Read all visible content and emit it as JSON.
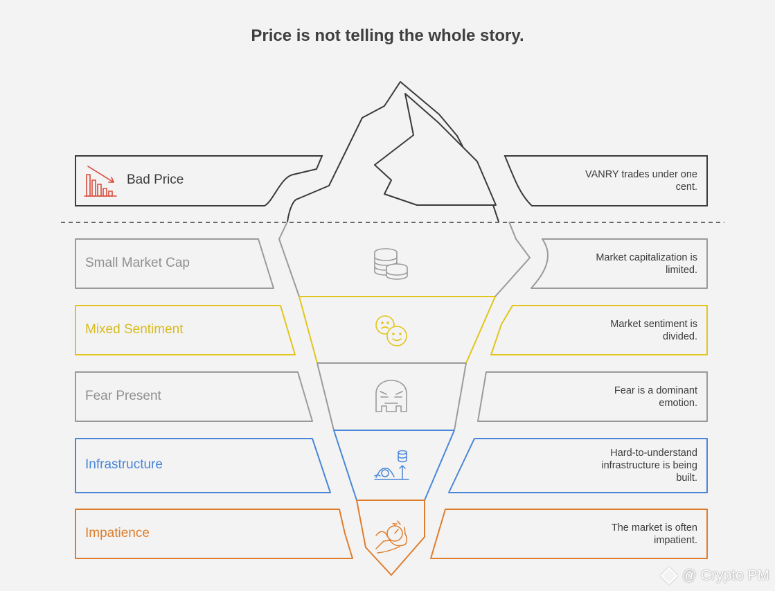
{
  "title": "Price is not telling the whole story.",
  "colors": {
    "background": "#f3f3f3",
    "dark": "#3a3a3a",
    "gray": "#9a9a9a",
    "yellow": "#e2c51a",
    "blue": "#4a86d8",
    "orange": "#df7d2c",
    "red": "#d94a3a"
  },
  "tip": {
    "label": "Bad Price",
    "description_lines": [
      "VANRY trades under one",
      "cent."
    ],
    "icon": "price-down-chart-icon"
  },
  "layers": [
    {
      "label": "Small Market Cap",
      "description_lines": [
        "Market capitalization is",
        "limited."
      ],
      "icon": "coin-stack-icon",
      "color": "#9a9a9a"
    },
    {
      "label": "Mixed Sentiment",
      "description_lines": [
        "Market sentiment is",
        "divided."
      ],
      "icon": "mixed-faces-icon",
      "color": "#e2c51a"
    },
    {
      "label": "Fear Present",
      "description_lines": [
        "Fear is a dominant",
        "emotion."
      ],
      "icon": "fear-face-icon",
      "color": "#9a9a9a"
    },
    {
      "label": "Infrastructure",
      "description_lines": [
        "Hard-to-understand",
        "infrastructure is being",
        "built."
      ],
      "icon": "infrastructure-build-icon",
      "color": "#4a86d8"
    },
    {
      "label": "Impatience",
      "description_lines": [
        "The market is often",
        "impatient."
      ],
      "icon": "stopwatch-hand-icon",
      "color": "#df7d2c"
    }
  ],
  "watermark": "@ Crypto PM"
}
